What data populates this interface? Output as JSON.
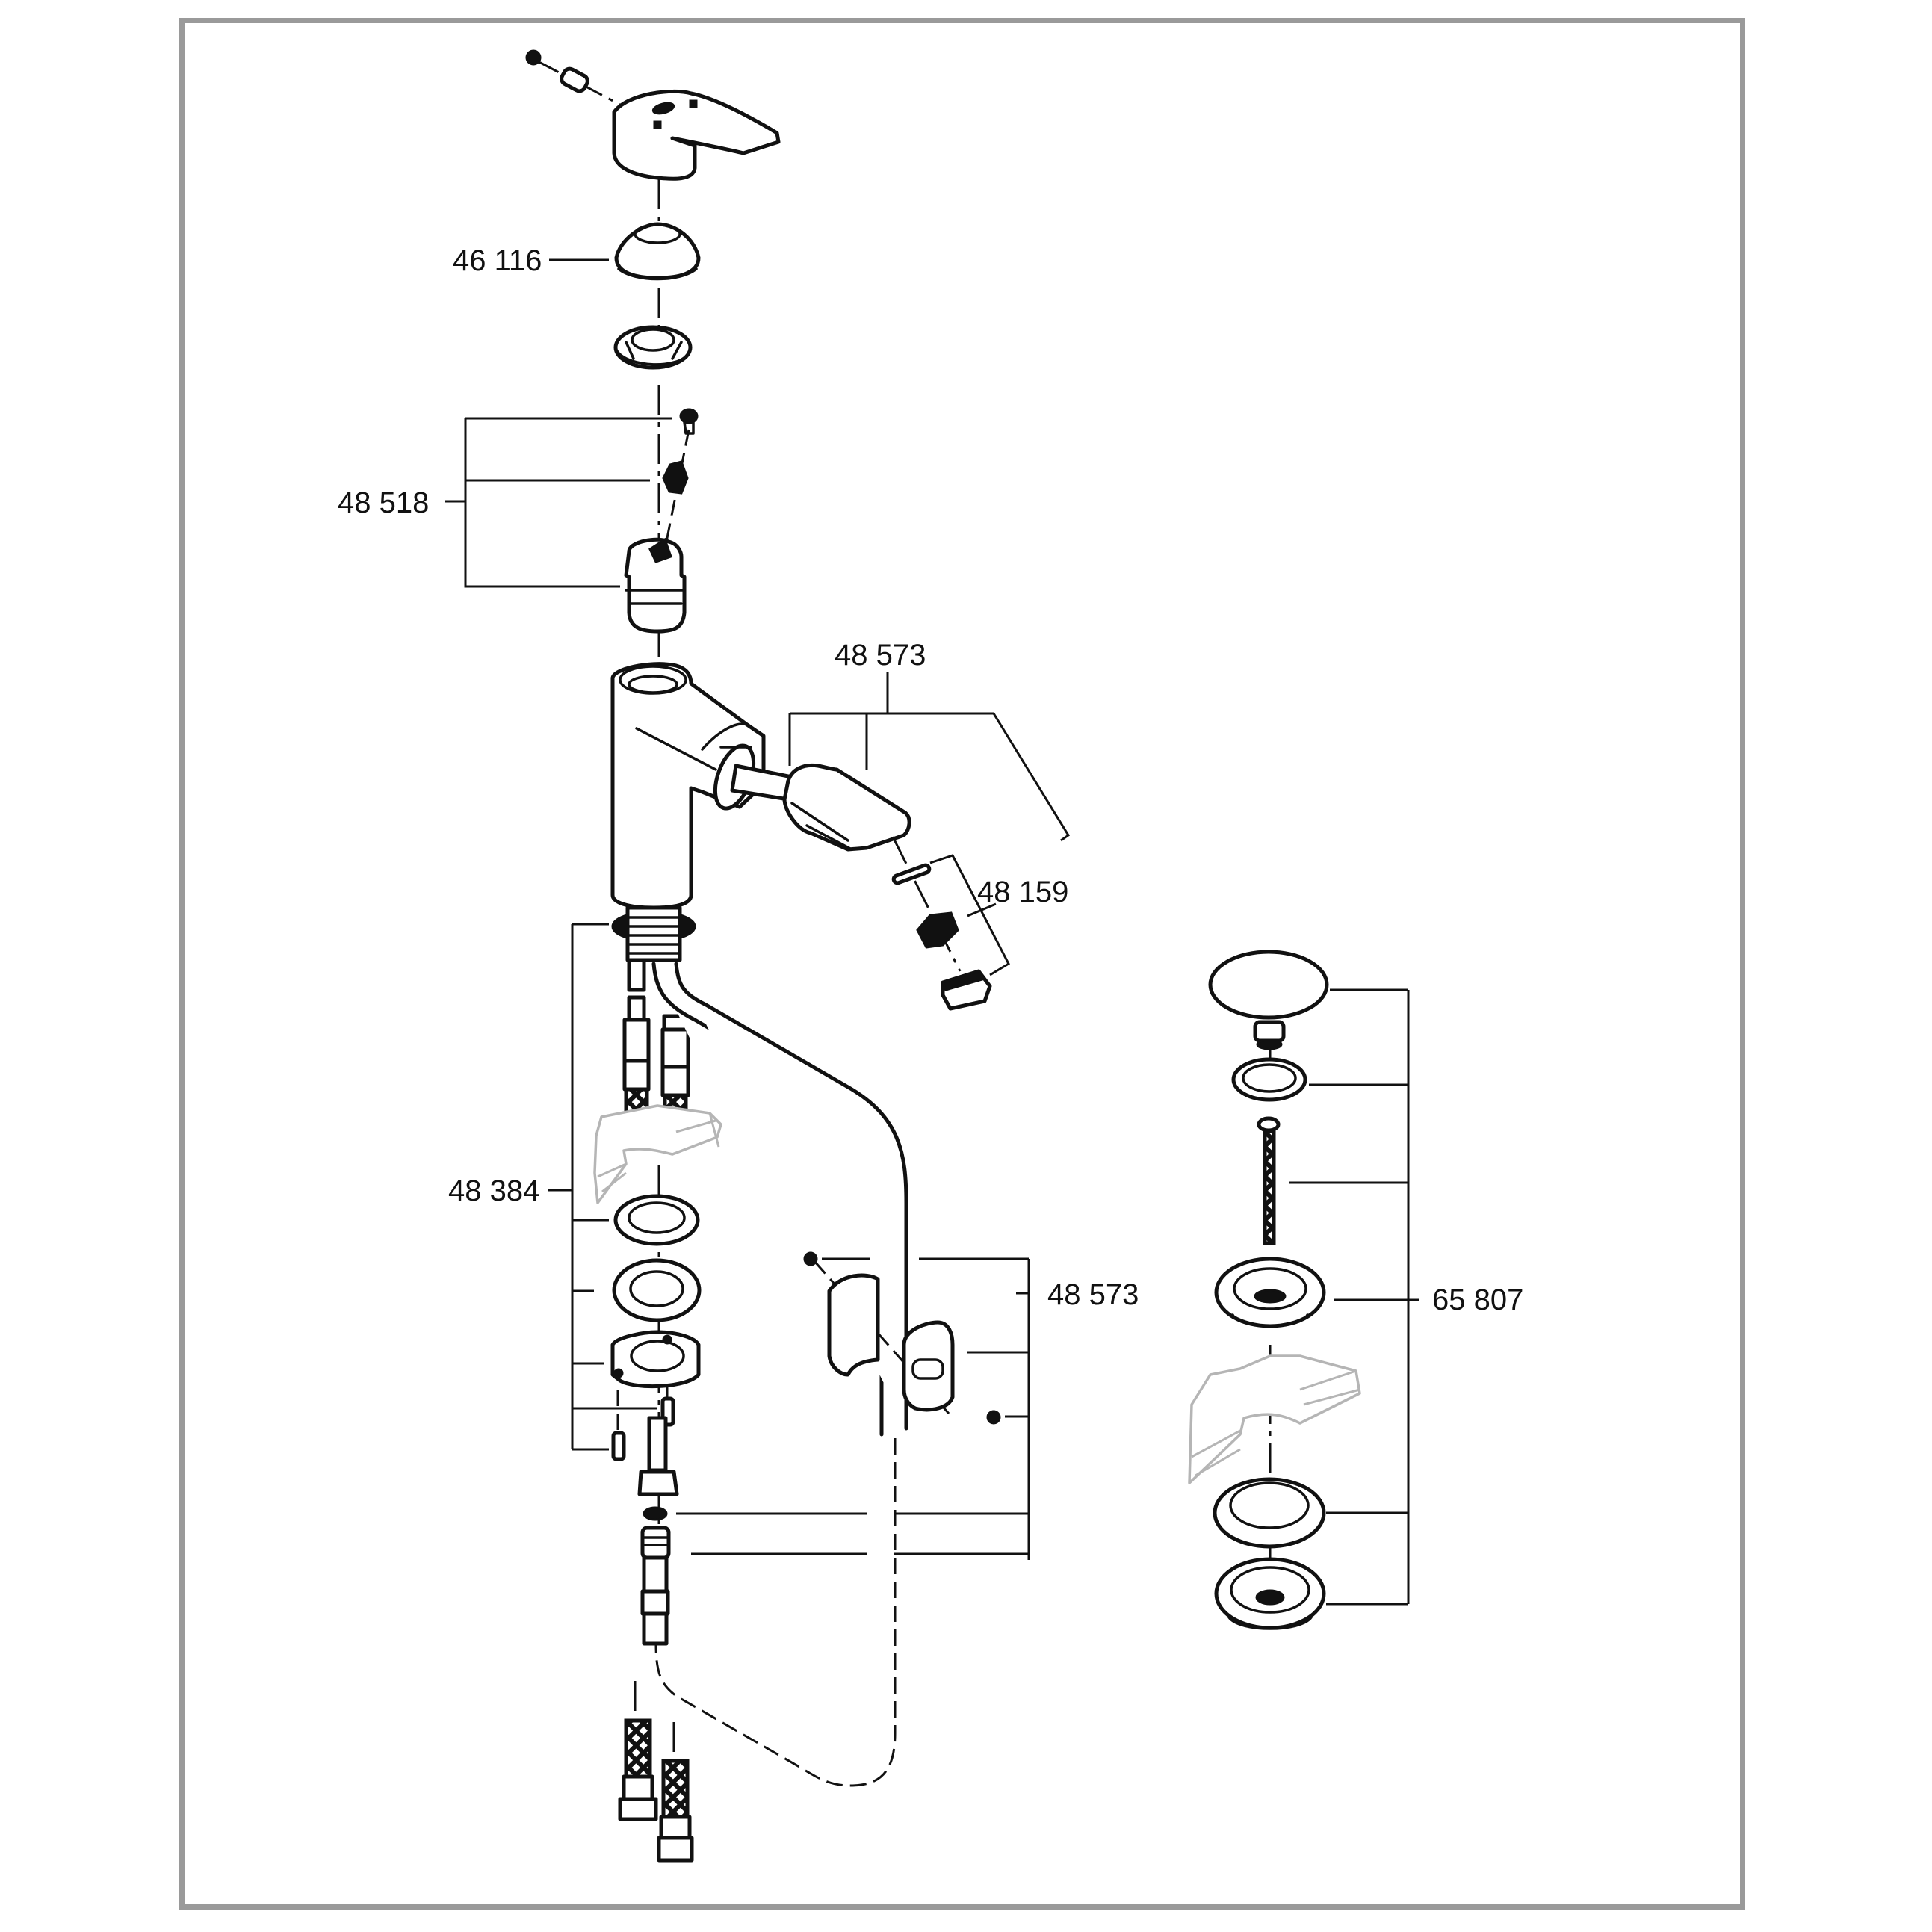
{
  "diagram": {
    "type": "exploded-parts-view",
    "subject": "single-lever basin mixer with pull-out spray and pop-up waste",
    "frame_color": "#9a9a9a",
    "line_color": "#111111",
    "ghost_color": "#b5b5b5",
    "part_labels": [
      {
        "id": "p46116",
        "number": "46 116",
        "part": "lever-handle-cover-cap"
      },
      {
        "id": "p48518",
        "number": "48 518",
        "part": "cartridge-set"
      },
      {
        "id": "p48573a",
        "number": "48 573",
        "part": "pull-out-spray-head"
      },
      {
        "id": "p48159",
        "number": "48 159",
        "part": "aerator-set"
      },
      {
        "id": "p48384",
        "number": "48 384",
        "part": "mounting-set"
      },
      {
        "id": "p48573b",
        "number": "48 573",
        "part": "hose-guide-and-connector-set"
      },
      {
        "id": "p65807",
        "number": "65 807",
        "part": "pop-up-waste-set"
      }
    ],
    "components": [
      "lever-handle",
      "grub-screw",
      "handle-insert",
      "cover-cap",
      "locking-nut",
      "cartridge-screw",
      "cartridge-adapter",
      "cartridge",
      "mixer-body",
      "pull-out-hose",
      "spray-head",
      "seal-ring",
      "aerator-insert",
      "aerator-housing",
      "threaded-shank",
      "supply-hoses",
      "basin-section-ghost",
      "gasket",
      "washer",
      "mounting-plate",
      "mounting-screws",
      "threaded-rod",
      "nut",
      "hose-washer",
      "hose-connector",
      "hose-guide-bracket",
      "hose-clip",
      "bracket-screws",
      "waste-plug",
      "plug-seal",
      "waste-rod",
      "waste-flange",
      "waste-seal",
      "waste-body"
    ]
  }
}
